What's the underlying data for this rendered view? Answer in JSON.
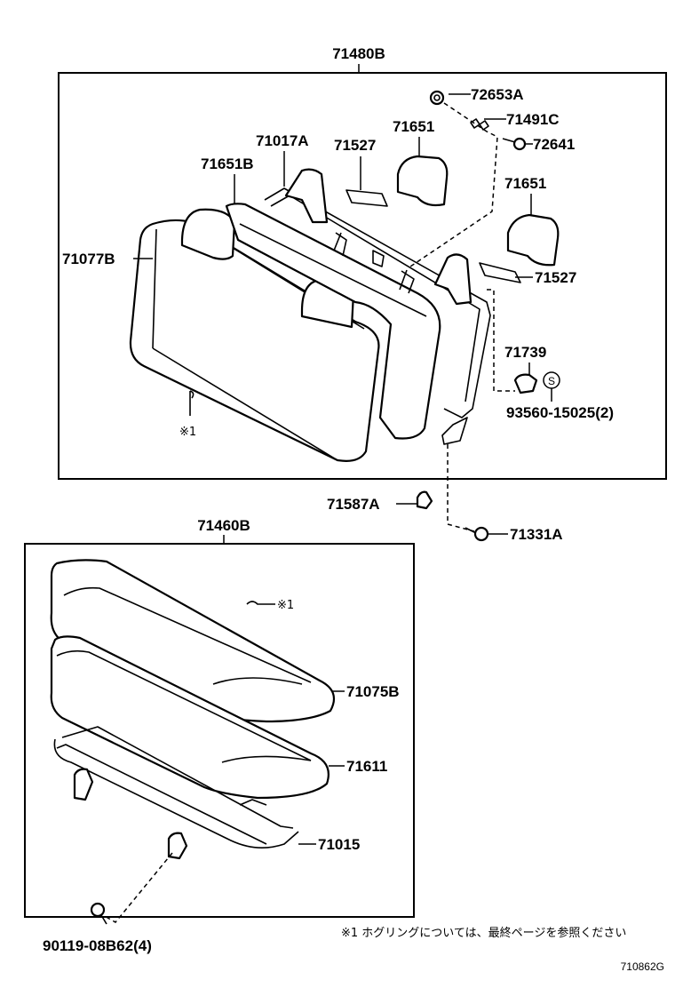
{
  "assembly_backrest": {
    "label": "71480B"
  },
  "assembly_cushion": {
    "label": "71460B"
  },
  "parts": {
    "p72653A": "72653A",
    "p71491C": "71491C",
    "p72641": "72641",
    "p71651_top": "71651",
    "p71527_top": "71527",
    "p71017A": "71017A",
    "p71651B": "71651B",
    "p71077B": "71077B",
    "p71651_mid": "71651",
    "p71527_mid": "71527",
    "p71739": "71739",
    "p93560": "93560-15025(2)",
    "hog_ring_ref_1": "※1",
    "p71587A": "71587A",
    "p71331A": "71331A",
    "hog_ring_ref_2": "※1",
    "p71075B": "71075B",
    "p71611": "71611",
    "p71015": "71015",
    "p90119": "90119-08B62(4)"
  },
  "footnote": "※1 ホグリングについては、最終ページを参照ください",
  "diagram_code": "710862G",
  "icons": {
    "s_mark": "S"
  }
}
